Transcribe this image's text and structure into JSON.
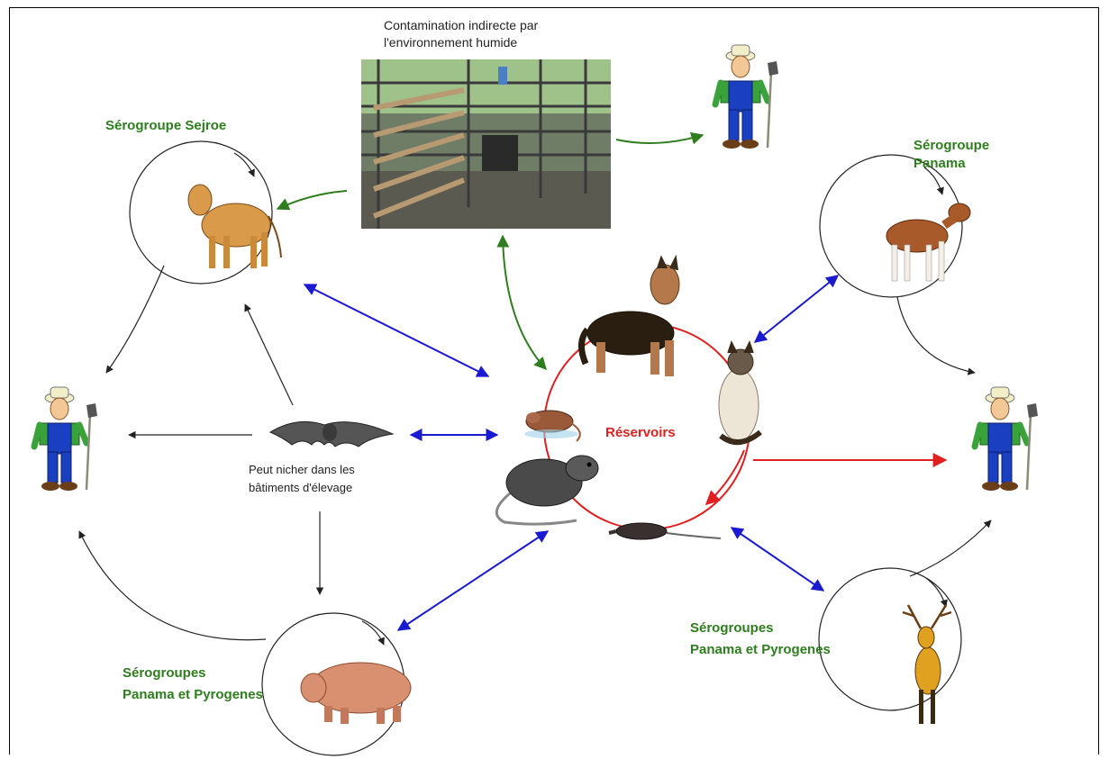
{
  "labels": {
    "contamination_line1": "Contamination  indirecte par",
    "contamination_line2": "l'environnement humide",
    "sejroe": "Sérogroupe Sejroe",
    "panama_line1": "Sérogroupe",
    "panama_line2": "Panama",
    "reservoirs": "Réservoirs",
    "bat_line1": "Peut nicher dans les",
    "bat_line2": "bâtiments d'élevage",
    "pig_line1": "Sérogroupes",
    "pig_line2": "Panama et Pyrogenes",
    "deer_line1": "Sérogroupes",
    "deer_line2": "Panama et Pyrogenes"
  },
  "colors": {
    "green": "#2e7d1e",
    "blue": "#1a1ad0",
    "red": "#e02020",
    "black": "#222222"
  },
  "icons": [
    "farmer-icon",
    "cow-icon",
    "goat-icon",
    "pig-icon",
    "deer-icon",
    "bat-icon",
    "dog-icon",
    "cat-icon",
    "rat-icon",
    "mouse-icon",
    "shrew-icon",
    "barn-photo"
  ]
}
